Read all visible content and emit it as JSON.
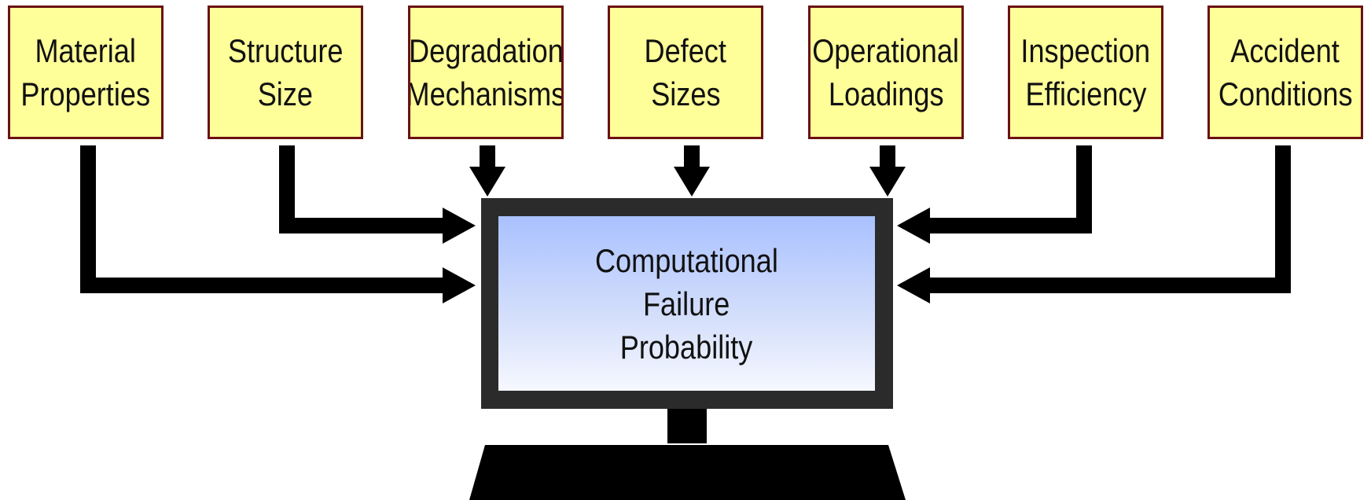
{
  "inputs": [
    {
      "line1": "Material",
      "line2": "Properties"
    },
    {
      "line1": "Structure",
      "line2": "Size"
    },
    {
      "line1": "Degradation",
      "line2": "Mechanisms"
    },
    {
      "line1": "Defect",
      "line2": "Sizes"
    },
    {
      "line1": "Operational",
      "line2": "Loadings"
    },
    {
      "line1": "Inspection",
      "line2": "Efficiency"
    },
    {
      "line1": "Accident",
      "line2": "Conditions"
    }
  ],
  "output": {
    "line1": "Computational",
    "line2": "Failure",
    "line3": "Probability"
  },
  "colors": {
    "box_fill": "#ffff99",
    "box_border": "#6a1212",
    "arrow": "#000000",
    "monitor_frame": "#2b2b2b",
    "screen_top": "#a9c1ff",
    "screen_bottom": "#f6f8ff"
  }
}
